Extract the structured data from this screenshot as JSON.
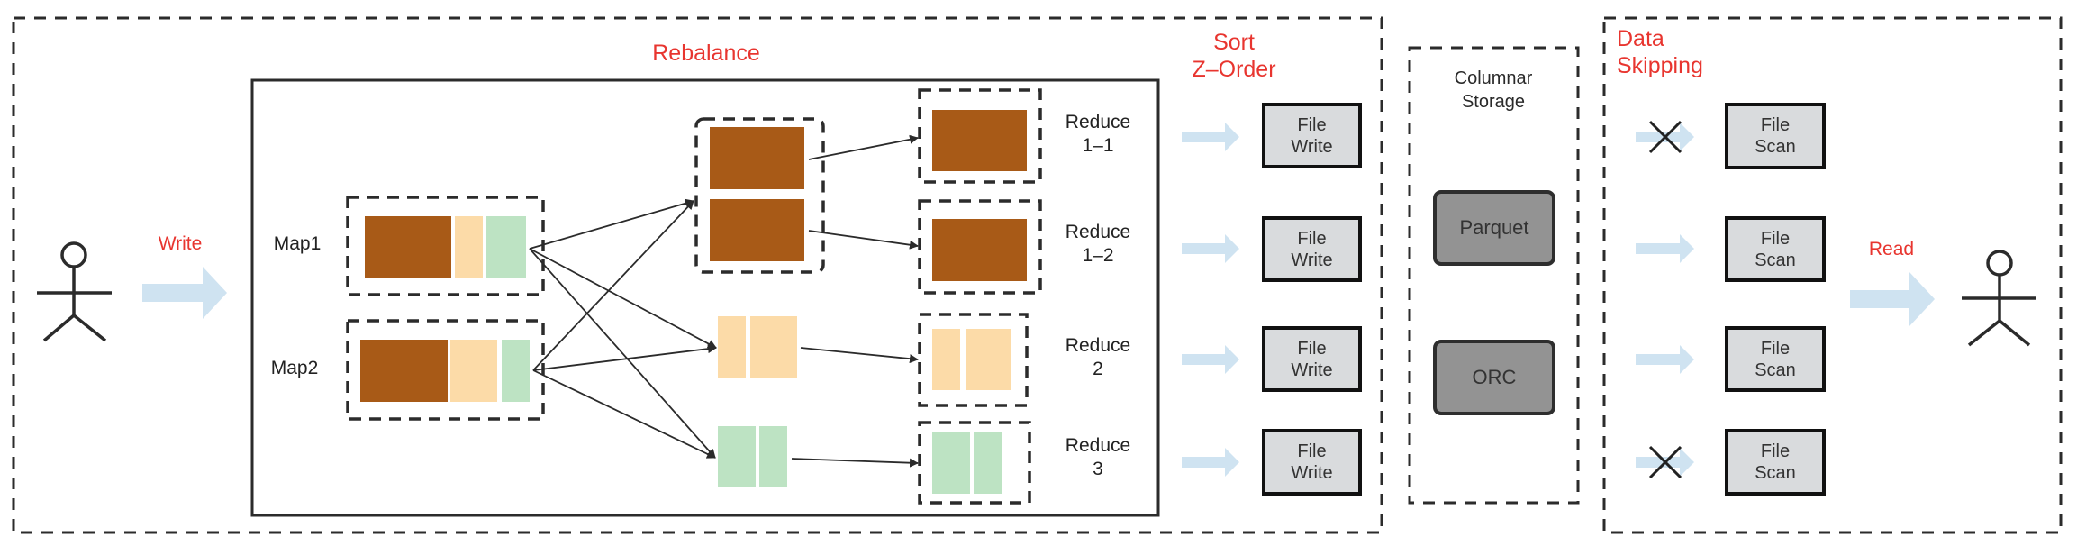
{
  "colors": {
    "label_red": "#e8352f",
    "brown": "#a85a17",
    "tan": "#fcdba8",
    "green": "#bde3c3",
    "flow_arrow": "#cfe3f1",
    "file_box_fill": "#d9dbdd",
    "format_box_fill": "#939393",
    "stroke": "#2b2b2b"
  },
  "write_stage": {
    "actor": "user-actor",
    "action_label": "Write"
  },
  "rebalance": {
    "title": "Rebalance",
    "maps": [
      {
        "label": "Map1",
        "partitions": [
          "brown",
          "tan",
          "green"
        ]
      },
      {
        "label": "Map2",
        "partitions": [
          "brown",
          "tan",
          "green"
        ]
      }
    ],
    "shuffle_groups": [
      {
        "color": "brown",
        "blocks": 2
      },
      {
        "color": "tan",
        "blocks": 2
      },
      {
        "color": "green",
        "blocks": 2
      }
    ],
    "reducers": [
      {
        "label": "Reduce\n1–1",
        "color": "brown",
        "blocks": 1
      },
      {
        "label": "Reduce\n1–2",
        "color": "brown",
        "blocks": 1
      },
      {
        "label": "Reduce\n2",
        "color": "tan",
        "blocks": 2
      },
      {
        "label": "Reduce\n3",
        "color": "green",
        "blocks": 2
      }
    ]
  },
  "sort": {
    "title": "Sort\nZ–Order",
    "file_writes": [
      "File\nWrite",
      "File\nWrite",
      "File\nWrite",
      "File\nWrite"
    ]
  },
  "columnar_storage": {
    "title": "Columnar\nStorage",
    "formats": [
      "Parquet",
      "ORC"
    ]
  },
  "data_skipping": {
    "title": "Data\nSkipping",
    "file_scans": [
      {
        "label": "File\nScan",
        "skipped": true
      },
      {
        "label": "File\nScan",
        "skipped": false
      },
      {
        "label": "File\nScan",
        "skipped": false
      },
      {
        "label": "File\nScan",
        "skipped": true
      }
    ],
    "action_label": "Read",
    "actor": "reader-actor"
  }
}
